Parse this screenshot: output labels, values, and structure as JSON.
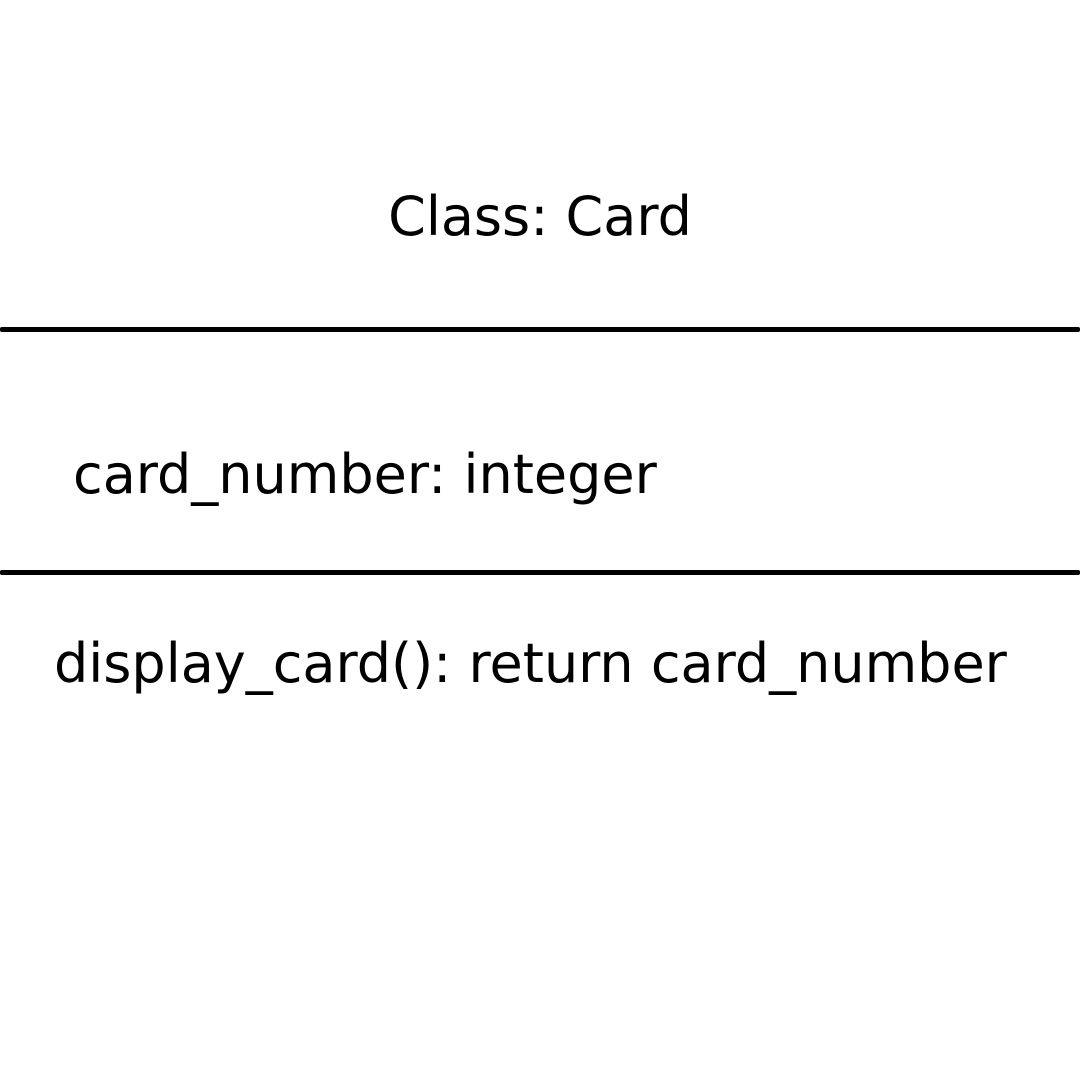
{
  "uml_class": {
    "name": "Class: Card",
    "attributes": [
      "card_number: integer"
    ],
    "operations": [
      "display_card(): return card_number"
    ]
  }
}
